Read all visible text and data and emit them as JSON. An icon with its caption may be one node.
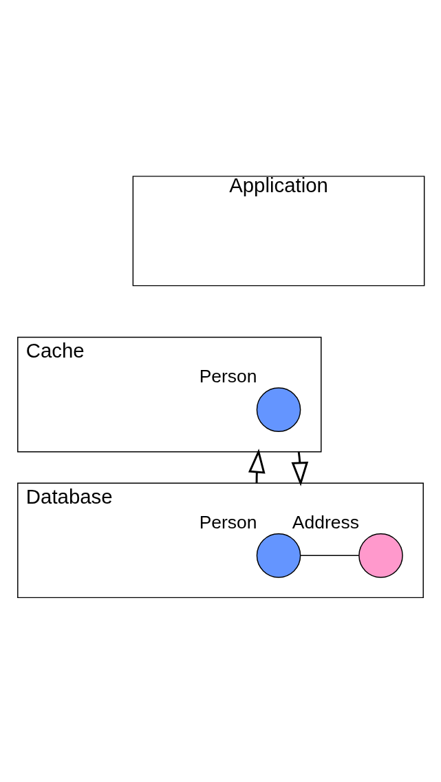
{
  "diagram": {
    "nodes": [
      {
        "text": [
          "Application"
        ]
      },
      {
        "text": [
          "Cache"
        ]
      },
      {
        "text": [],
        "shape": "circle",
        "beside": [
          "Person"
        ],
        "in": 1
      },
      {
        "text": [
          "Database"
        ]
      },
      {
        "text": [],
        "shape": "circle",
        "beside": [
          "Person"
        ],
        "in": 3
      },
      {
        "text": [],
        "shape": "circle",
        "beside": [
          "Address"
        ],
        "in": 3
      }
    ],
    "edges": [
      {
        "from": 1,
        "to": 3,
        "arrow": "to"
      },
      {
        "from": 3,
        "to": 1,
        "arrow": "to"
      },
      {
        "from": 4,
        "to": 5,
        "arrow": "none"
      }
    ]
  }
}
